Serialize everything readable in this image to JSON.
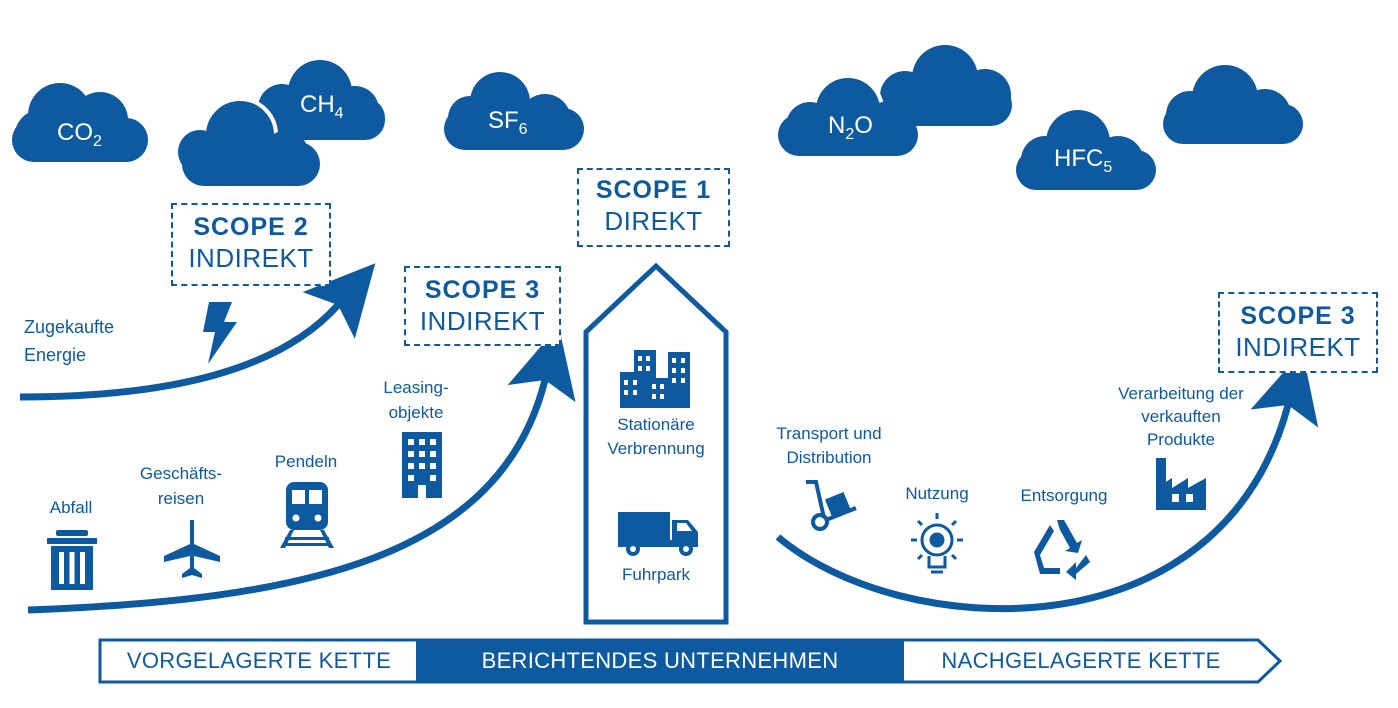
{
  "clouds": {
    "co2": {
      "main": "CO",
      "sub": "2"
    },
    "ch4": {
      "main": "CH",
      "sub": "4"
    },
    "sf6": {
      "main": "SF",
      "sub": "6"
    },
    "n2o": {
      "pre": "N",
      "sub": "2",
      "post": "O"
    },
    "hfc5": {
      "main": "HFC",
      "sub": "5"
    },
    "blank": ""
  },
  "scope_boxes": {
    "scope2": {
      "title": "SCOPE 2",
      "kind": "INDIREKT"
    },
    "scope1": {
      "title": "SCOPE 1",
      "kind": "DIREKT"
    },
    "scope3_upstream": {
      "title": "SCOPE 3",
      "kind": "INDIREKT"
    },
    "scope3_downstream": {
      "title": "SCOPE 3",
      "kind": "INDIREKT"
    }
  },
  "labels": {
    "zugekaufte": "Zugekaufte\nEnergie",
    "abfall": "Abfall",
    "geschaeftsreisen": "Geschäfts-\nreisen",
    "pendeln": "Pendeln",
    "leasing": "Leasing-\nobjekte",
    "stationaere": "Stationäre\nVerbrennung",
    "fuhrpark": "Fuhrpark",
    "transport": "Transport und\nDistribution",
    "nutzung": "Nutzung",
    "entsorgung": "Entsorgung",
    "verarbeitung": "Verarbeitung der\nverkauften\nProdukte"
  },
  "band": {
    "upstream": "VORGELAGERTE KETTE",
    "company": "BERICHTENDES UNTERNEHMEN",
    "downstream": "NACHGELAGERTE KETTE"
  },
  "colors": {
    "primary": "#0e5aa0",
    "background": "#ffffff"
  },
  "icons": [
    "lightning-icon",
    "trash-icon",
    "airplane-icon",
    "train-icon",
    "office-building-icon",
    "city-buildings-icon",
    "truck-icon",
    "hand-truck-icon",
    "lightbulb-icon",
    "recycle-icon",
    "factory-icon"
  ]
}
